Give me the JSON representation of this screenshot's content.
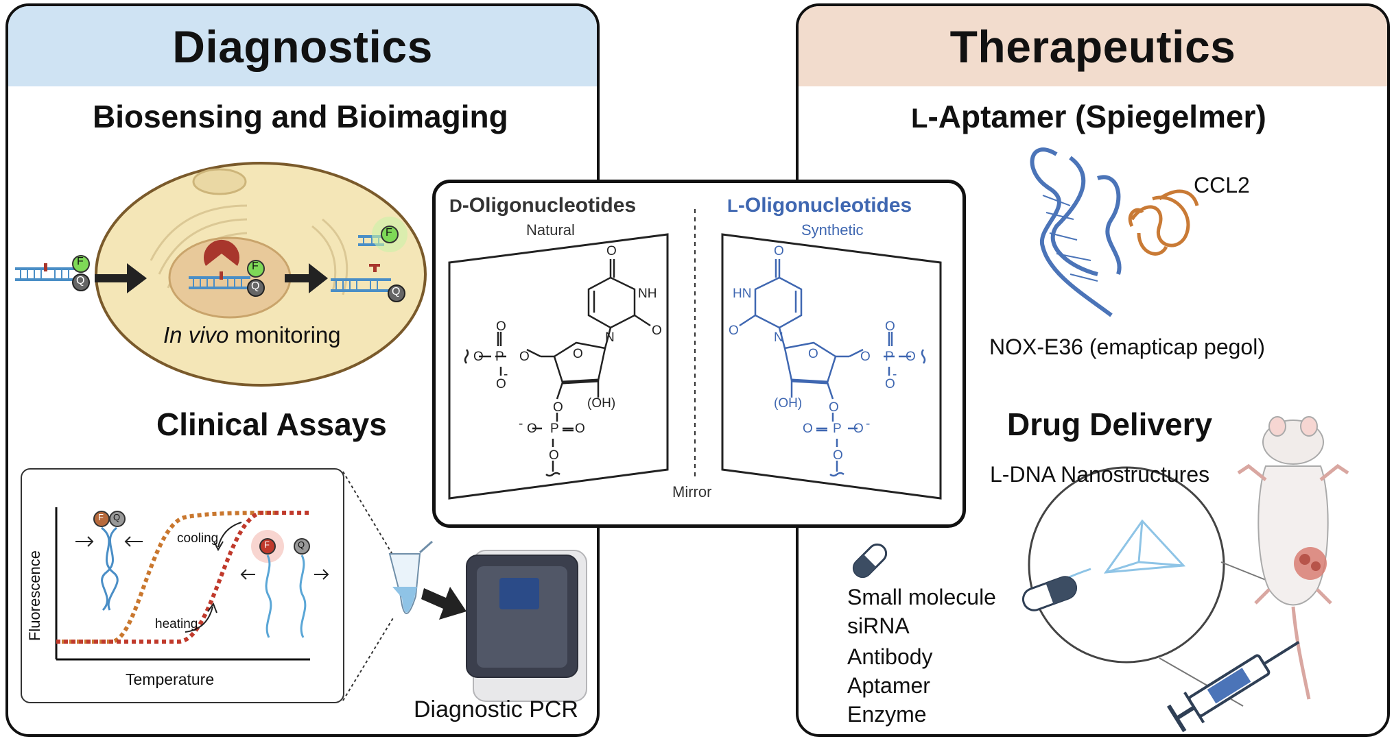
{
  "diagnostics": {
    "title": "Diagnostics",
    "biosensing_title": "Biosensing and Bioimaging",
    "in_vivo_italic": "In vivo",
    "in_vivo_rest": " monitoring",
    "fluor_label": "F",
    "quench_label": "Q",
    "clinical_title": "Clinical Assays",
    "plot": {
      "ylabel": "Fluorescence",
      "xlabel": "Temperature",
      "cooling": "cooling",
      "heating": "heating"
    },
    "pcr_label": "Diagnostic PCR"
  },
  "center": {
    "d_title_prefix": "D",
    "d_title_rest": "-Oligonucleotides",
    "d_subtitle": "Natural",
    "l_title_prefix": "L",
    "l_title_rest": "-Oligonucleotides",
    "l_subtitle": "Synthetic",
    "mirror": "Mirror",
    "chem": {
      "O": "O",
      "NH": "NH",
      "HN": "HN",
      "N": "N",
      "P": "P",
      "OH": "(OH)",
      "minus": "-"
    }
  },
  "therapeutics": {
    "title": "Therapeutics",
    "aptamer_title_prefix": "L",
    "aptamer_title_rest": "-Aptamer (Spiegelmer)",
    "ccl2": "CCL2",
    "nox": "NOX-E36 (emapticap pegol)",
    "delivery_title": "Drug Delivery",
    "nano_prefix": "L",
    "nano_rest": "-DNA Nanostructures",
    "cargo": [
      "Small molecule",
      "siRNA",
      "Antibody",
      "Aptamer",
      "Enzyme"
    ]
  },
  "colors": {
    "diag_header": "#cfe3f3",
    "ther_header": "#f2dccd",
    "l_blue": "#3f67b1",
    "dna_blue": "#5aa6d6",
    "cell_fill": "#f4e6b7",
    "nucleus_fill": "#e8c99a",
    "curve_orange": "#c9772e",
    "curve_red": "#c0392b"
  }
}
